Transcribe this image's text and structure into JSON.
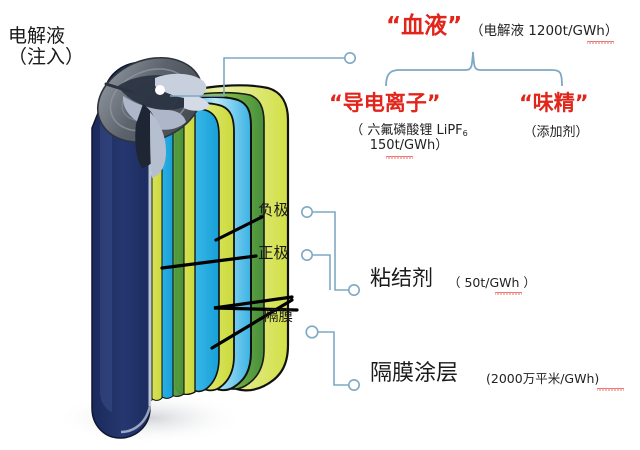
{
  "diagram": {
    "title_left": {
      "line1": "电解液",
      "line2": "（注入）"
    },
    "callouts": {
      "blood": {
        "term": "“血液”",
        "detail": "（电解液   1200t/GWh）"
      },
      "conductive_ion": {
        "term": "“导电离子”",
        "detail_line1": "（ 六氟磷酸锂 LiPF",
        "detail_sub": "6",
        "detail_line2": "150t/GWh）"
      },
      "msg": {
        "term": "“味精”",
        "detail": "（添加剂）"
      }
    },
    "parts": {
      "anode": "负极",
      "cathode": "正极",
      "separator": "隔膜"
    },
    "materials": {
      "binder": {
        "name": "粘结剂",
        "detail": "（ 50t/GWh ）"
      },
      "separator_coating": {
        "name": "隔膜涂层",
        "detail": "(2000万平米/GWh)"
      }
    },
    "colors": {
      "accent_red": "#e1251b",
      "leader_line": "#7fa8c4",
      "shell_dark_blue": "#1c2f63",
      "cathode_yellow": "#d8e34a",
      "anode_cyan": "#2fb8ea",
      "separator_green": "#7fc242",
      "cap_gray": "#6e737c",
      "text_dark": "#1a1a1a"
    }
  }
}
